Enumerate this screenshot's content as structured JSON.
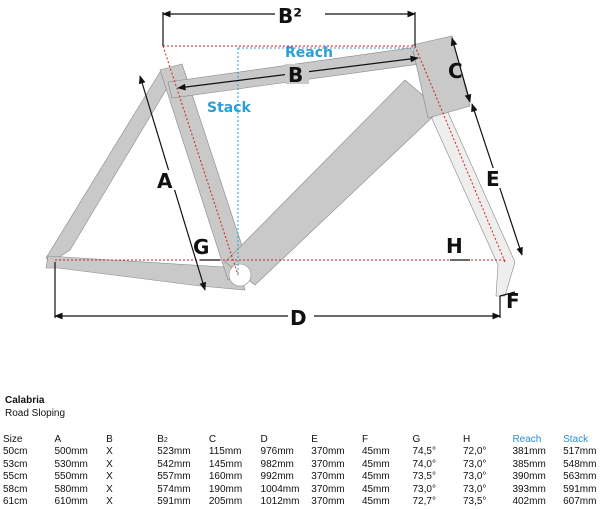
{
  "diagram": {
    "labels": {
      "b2": "B²",
      "reach": "Reach",
      "b": "B",
      "c": "C",
      "stack": "Stack",
      "a": "A",
      "e": "E",
      "g": "G",
      "h": "H",
      "d": "D",
      "f": "F"
    }
  },
  "model": {
    "name": "Calabria",
    "type": "Road Sloping"
  },
  "table": {
    "headers": [
      "Size",
      "A",
      "B",
      "B2",
      "C",
      "D",
      "E",
      "F",
      "G",
      "H",
      "Reach",
      "Stack"
    ],
    "rows": [
      [
        "50cm",
        "500mm",
        "X",
        "523mm",
        "115mm",
        "976mm",
        "370mm",
        "45mm",
        "74,5°",
        "72,0°",
        "381mm",
        "517mm"
      ],
      [
        "53cm",
        "530mm",
        "X",
        "542mm",
        "145mm",
        "982mm",
        "370mm",
        "45mm",
        "74,0°",
        "73,0°",
        "385mm",
        "548mm"
      ],
      [
        "55cm",
        "550mm",
        "X",
        "557mm",
        "160mm",
        "992mm",
        "370mm",
        "45mm",
        "73,5°",
        "73,0°",
        "390mm",
        "563mm"
      ],
      [
        "58cm",
        "580mm",
        "X",
        "574mm",
        "190mm",
        "1004mm",
        "370mm",
        "45mm",
        "73,0°",
        "73,0°",
        "393mm",
        "591mm"
      ],
      [
        "61cm",
        "610mm",
        "X",
        "591mm",
        "205mm",
        "1012mm",
        "370mm",
        "45mm",
        "72,7°",
        "73,5°",
        "402mm",
        "607mm"
      ]
    ]
  },
  "colors": {
    "frame": "#c8c8c8",
    "accent": "#2a9fd6",
    "dim": "#cc2222"
  }
}
